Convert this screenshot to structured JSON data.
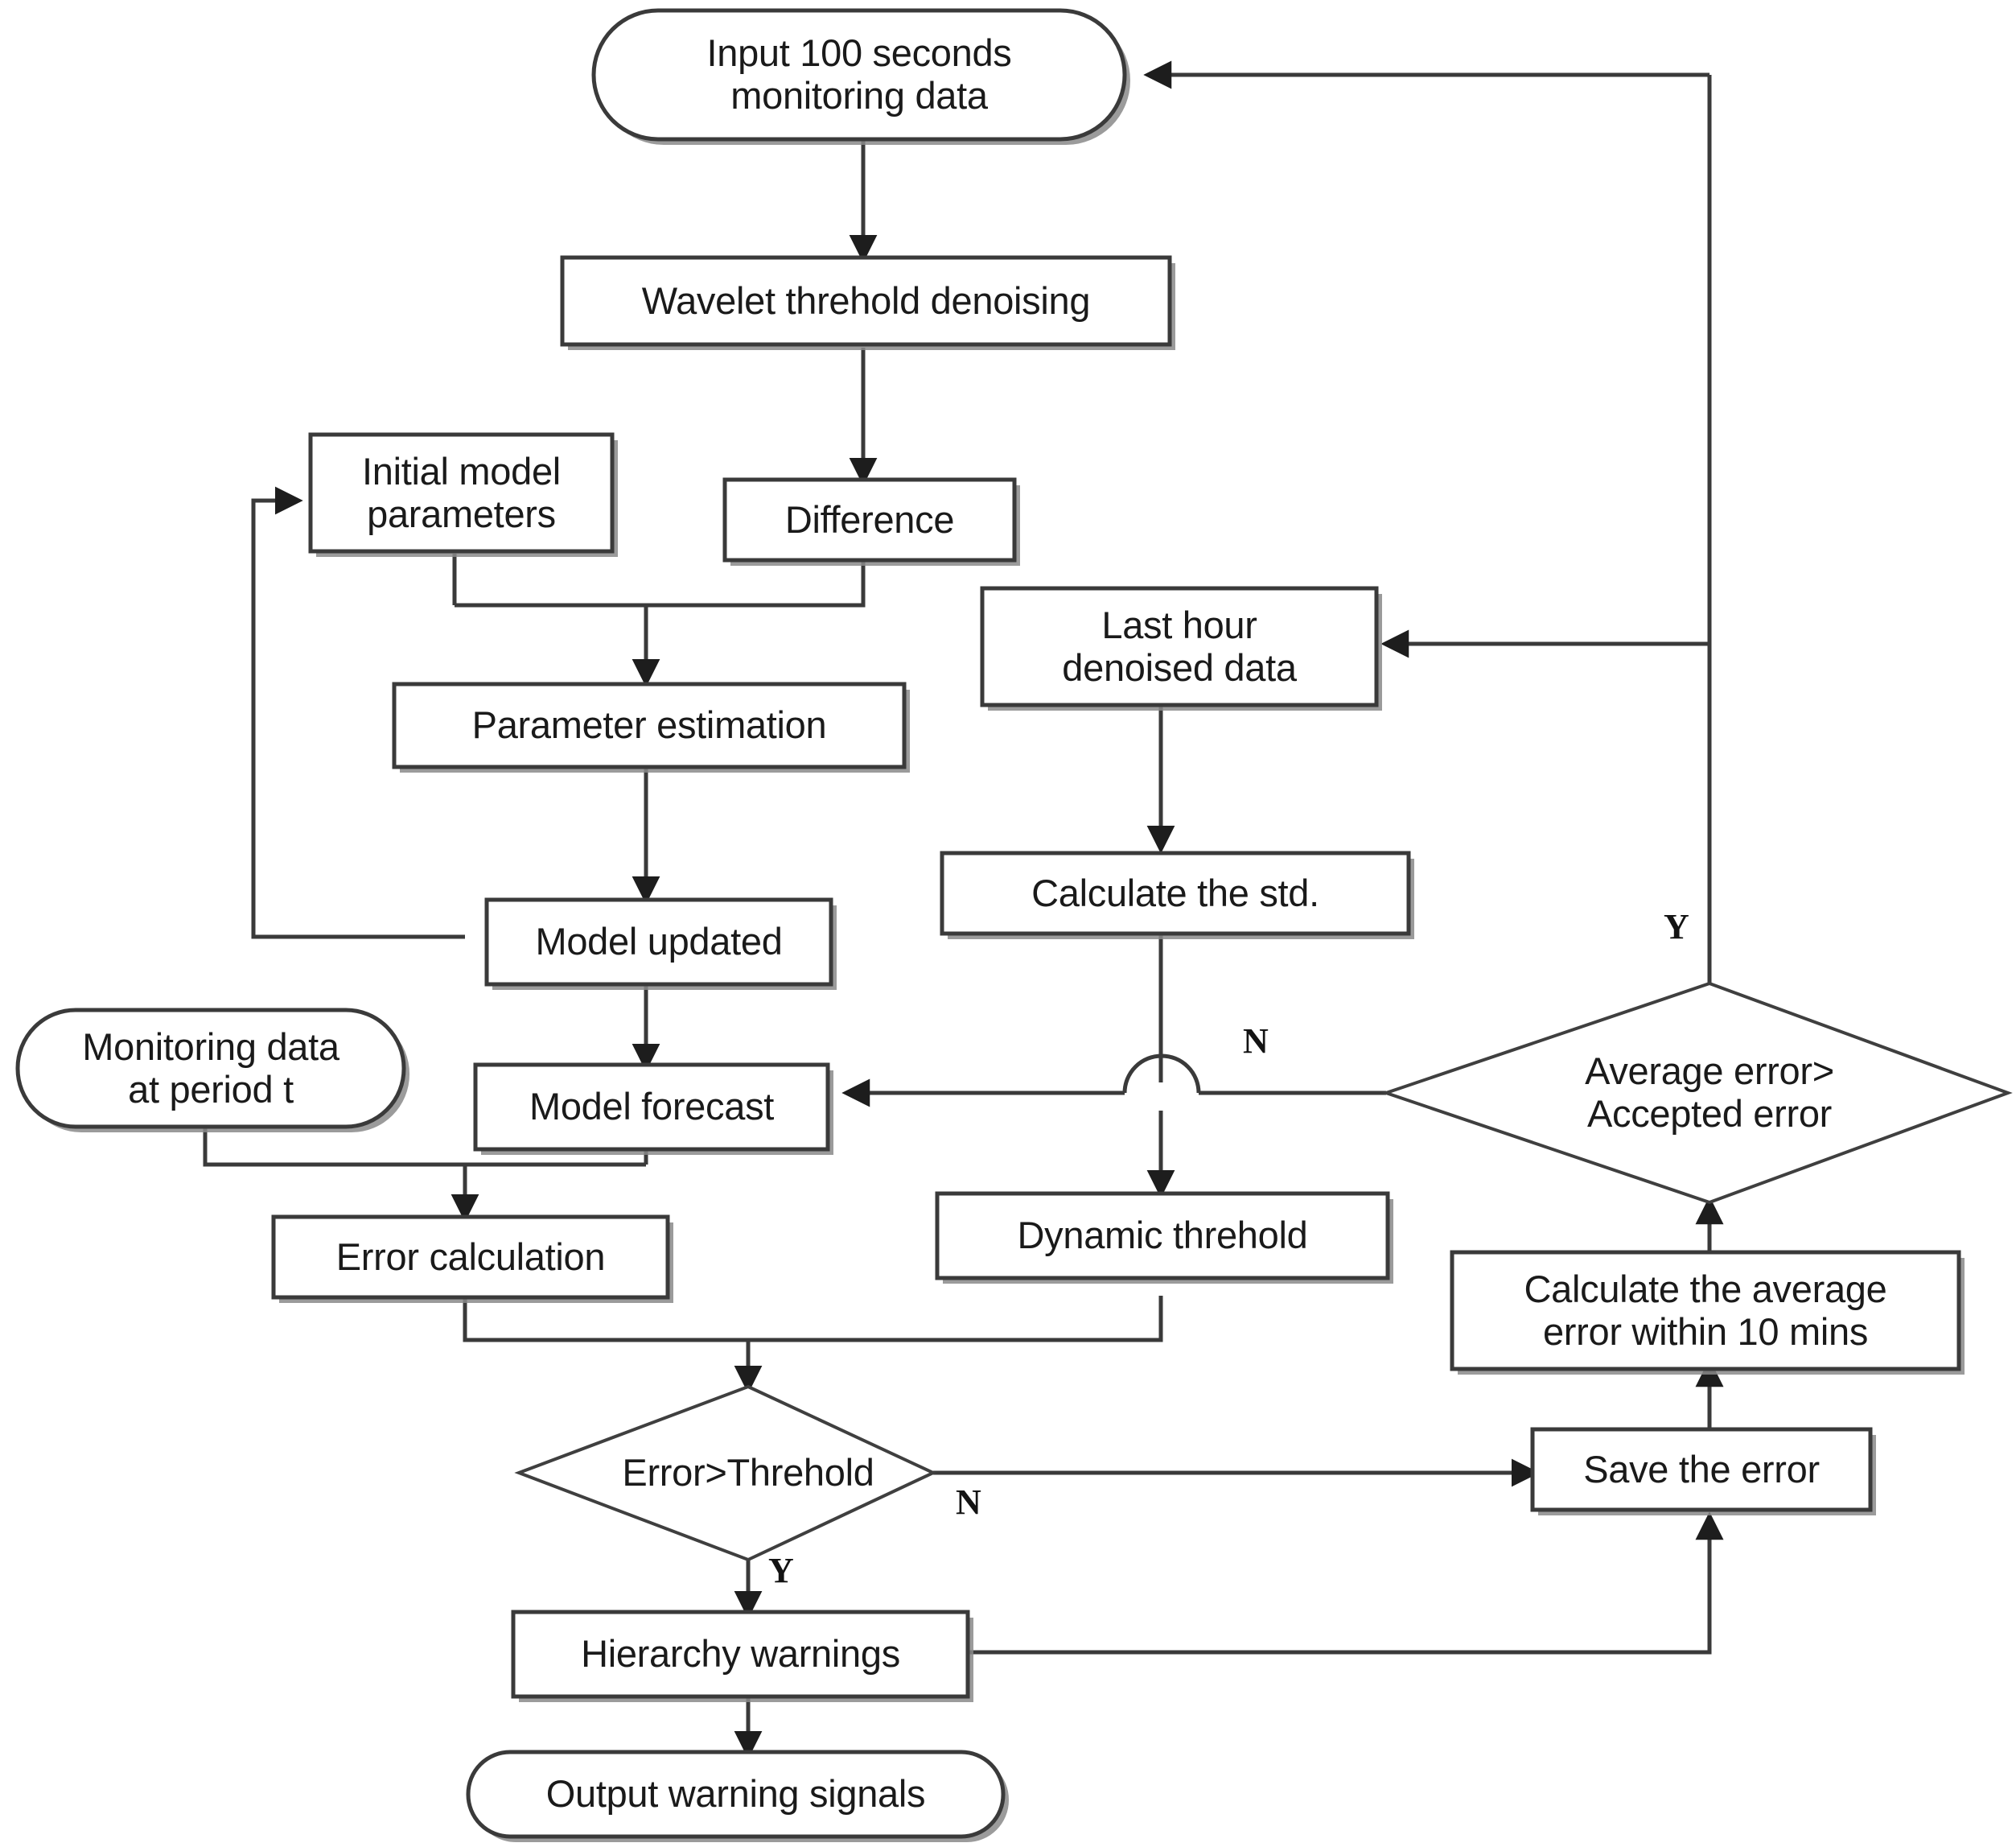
{
  "diagram": {
    "type": "flowchart",
    "title": "Monitoring data warning flowchart",
    "background_color": "#ffffff",
    "line_color": "#3a3a3a",
    "text_color": "#1a1a1a",
    "nodes": [
      {
        "id": "input_data",
        "shape": "terminator",
        "label": "Input 100 seconds\nmonitoring data"
      },
      {
        "id": "wavelet",
        "shape": "process",
        "label": "Wavelet threhold denoising"
      },
      {
        "id": "initial_params",
        "shape": "process",
        "label": "Initial model\nparameters"
      },
      {
        "id": "difference",
        "shape": "process",
        "label": "Difference"
      },
      {
        "id": "last_hour",
        "shape": "process",
        "label": "Last hour\ndenoised data"
      },
      {
        "id": "param_estimation",
        "shape": "process",
        "label": "Parameter estimation"
      },
      {
        "id": "calc_std",
        "shape": "process",
        "label": "Calculate the std."
      },
      {
        "id": "model_updated",
        "shape": "process",
        "label": "Model updated"
      },
      {
        "id": "monitoring_period",
        "shape": "terminator",
        "label": "Monitoring data\nat period t"
      },
      {
        "id": "model_forecast",
        "shape": "process",
        "label": "Model forecast"
      },
      {
        "id": "avg_error_check",
        "shape": "decision",
        "label": "Average error>\nAccepted error"
      },
      {
        "id": "error_calc",
        "shape": "process",
        "label": "Error calculation"
      },
      {
        "id": "dynamic_threhold",
        "shape": "process",
        "label": "Dynamic threhold"
      },
      {
        "id": "calc_avg_error",
        "shape": "process",
        "label": "Calculate the average\nerror within 10 mins"
      },
      {
        "id": "error_threhold",
        "shape": "decision",
        "label": "Error>Threhold"
      },
      {
        "id": "save_error",
        "shape": "process",
        "label": "Save the error"
      },
      {
        "id": "hierarchy_warn",
        "shape": "process",
        "label": "Hierarchy warnings"
      },
      {
        "id": "output_signals",
        "shape": "terminator",
        "label": "Output warning signals"
      }
    ],
    "branch_labels": [
      {
        "id": "avg_error_yes",
        "text": "Y",
        "from": "avg_error_check"
      },
      {
        "id": "avg_error_no",
        "text": "N",
        "from": "avg_error_check"
      },
      {
        "id": "error_threhold_no",
        "text": "N",
        "from": "error_threhold"
      },
      {
        "id": "error_threhold_yes",
        "text": "Y",
        "from": "error_threhold"
      }
    ],
    "edges": [
      {
        "from": "input_data",
        "to": "wavelet"
      },
      {
        "from": "wavelet",
        "to": "difference"
      },
      {
        "from": "initial_params",
        "to": "param_estimation"
      },
      {
        "from": "difference",
        "to": "param_estimation"
      },
      {
        "from": "param_estimation",
        "to": "model_updated"
      },
      {
        "from": "model_updated",
        "to": "initial_params"
      },
      {
        "from": "model_updated",
        "to": "model_forecast"
      },
      {
        "from": "monitoring_period",
        "to": "error_calc"
      },
      {
        "from": "model_forecast",
        "to": "error_calc"
      },
      {
        "from": "last_hour",
        "to": "calc_std"
      },
      {
        "from": "calc_std",
        "to": "dynamic_threhold"
      },
      {
        "from": "error_calc",
        "to": "error_threhold"
      },
      {
        "from": "dynamic_threhold",
        "to": "error_threhold"
      },
      {
        "from": "error_threhold",
        "to": "save_error",
        "label": "N"
      },
      {
        "from": "error_threhold",
        "to": "hierarchy_warn",
        "label": "Y"
      },
      {
        "from": "hierarchy_warn",
        "to": "output_signals"
      },
      {
        "from": "hierarchy_warn",
        "to": "save_error"
      },
      {
        "from": "save_error",
        "to": "calc_avg_error"
      },
      {
        "from": "calc_avg_error",
        "to": "avg_error_check"
      },
      {
        "from": "avg_error_check",
        "to": "model_forecast",
        "label": "N"
      },
      {
        "from": "avg_error_check",
        "to": "input_data",
        "label": "Y"
      },
      {
        "from": "avg_error_check",
        "to": "last_hour",
        "label": "Y"
      }
    ]
  }
}
